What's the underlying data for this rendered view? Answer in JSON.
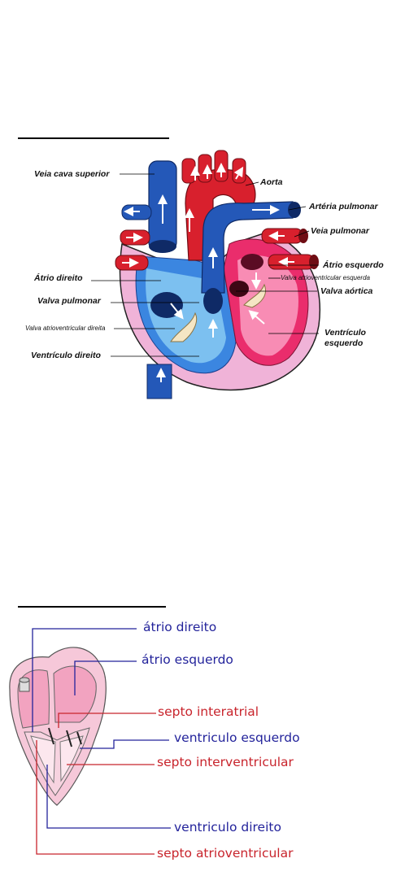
{
  "figure1": {
    "labels": {
      "veia_cava_superior": "Veia cava superior",
      "aorta": "Aorta",
      "arteria_pulmonar": "Artéria pulmonar",
      "veia_pulmonar": "Veia pulmonar",
      "atrio_esquerdo": "Átrio esquerdo",
      "valva_av_esquerda": "Valva atrioventricular esquerda",
      "atrio_direito": "Átrio direito",
      "valva_aortica": "Valva aórtica",
      "valva_pulmonar": "Valva pulmonar",
      "valva_av_direita": "Valva atrioventricular direita",
      "ventriculo_esquerdo_1": "Ventrículo",
      "ventriculo_esquerdo_2": "esquerdo",
      "ventriculo_direito": "Ventrículo direito"
    }
  },
  "figure2": {
    "labels": {
      "atrio_direito": "átrio direito",
      "atrio_esquerdo": "átrio esquerdo",
      "septo_interatrial": "septo interatrial",
      "ventriculo_esquerdo": "ventriculo esquerdo",
      "septo_interventricular": "septo interventricular",
      "ventriculo_direito": "ventriculo direito",
      "septo_atrioventricular": "septo atrioventricular"
    }
  },
  "colors": {
    "blue_vessel": "#1f55b0",
    "red_vessel": "#d21f2c",
    "pink_tissue": "#f3b6d6",
    "label_blue": "#23239b",
    "label_red": "#c8242c"
  }
}
